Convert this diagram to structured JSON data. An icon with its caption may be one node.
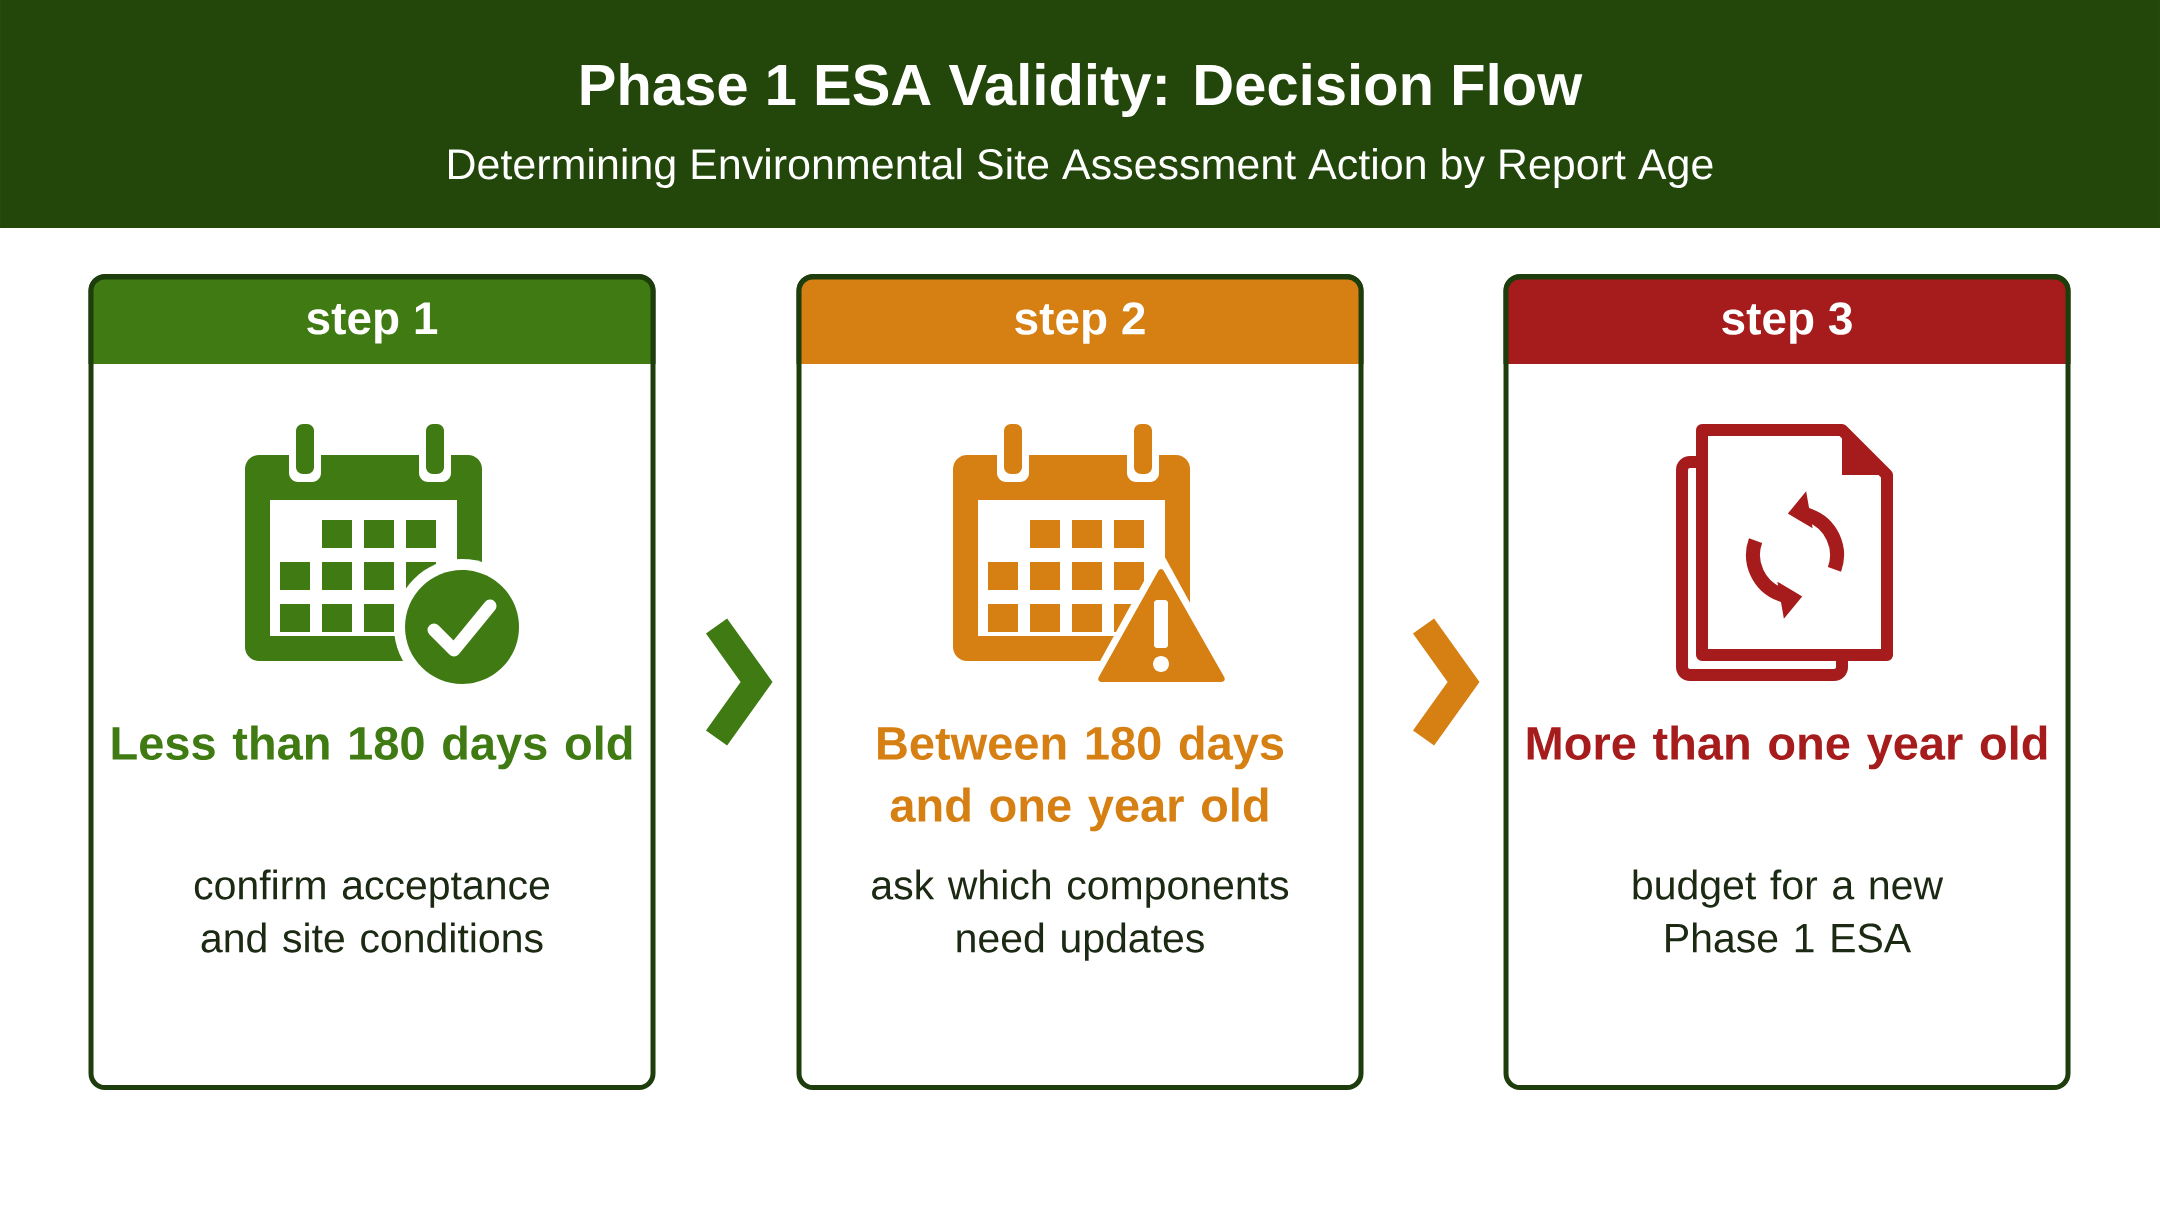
{
  "diagram": {
    "title": "Phase 1 ESA Validity: Decision Flow",
    "nodes": [
      {
        "text": [
          "step 1",
          "Less than 180 days old",
          "confirm acceptance and site conditions"
        ]
      },
      {
        "text": [
          "step 2",
          "Between 180 days and one year old",
          "ask which components need updates"
        ]
      },
      {
        "text": [
          "step 3",
          "More than one year old",
          "budget for a new Phase 1 ESA"
        ]
      }
    ],
    "edges": [
      {
        "from": 0,
        "to": 1,
        "arrow": "to",
        "color": "#3f7a12"
      },
      {
        "from": 1,
        "to": 2,
        "arrow": "to",
        "color": "#d67f12"
      }
    ],
    "labels": [
      "Determining Environmental Site Assessment Action by Report Age"
    ]
  }
}
